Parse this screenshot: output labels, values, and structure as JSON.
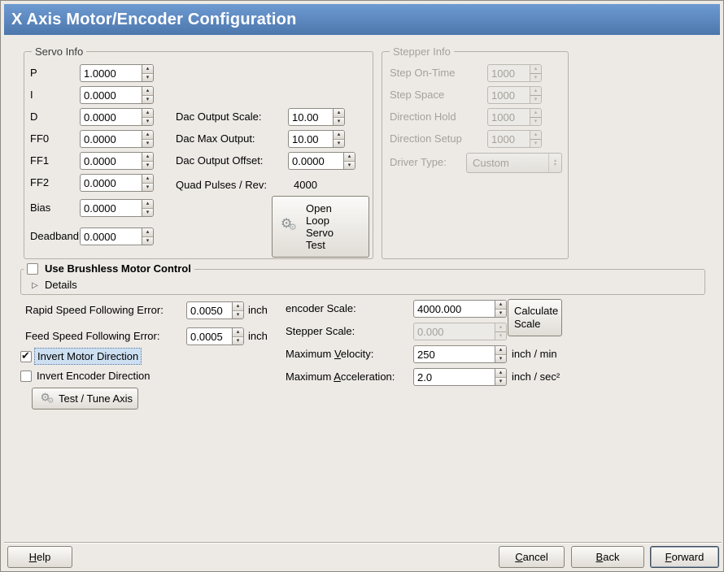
{
  "window": {
    "title": "X Axis Motor/Encoder Configuration"
  },
  "icons": {
    "gears": "⚙",
    "expander": "▷",
    "spin_up": "▴",
    "spin_down": "▾",
    "check": "✔"
  },
  "servo_info": {
    "legend": "Servo Info",
    "params": [
      {
        "label": "P",
        "value": "1.0000"
      },
      {
        "label": "I",
        "value": "0.0000"
      },
      {
        "label": "D",
        "value": "0.0000"
      },
      {
        "label": "FF0",
        "value": "0.0000"
      },
      {
        "label": "FF1",
        "value": "0.0000"
      },
      {
        "label": "FF2",
        "value": "0.0000"
      },
      {
        "label": "Bias",
        "value": "0.0000"
      },
      {
        "label": "Deadband",
        "value": "0.0000"
      }
    ],
    "dac": [
      {
        "label": "Dac Output Scale:",
        "value": "10.00"
      },
      {
        "label": "Dac Max Output:",
        "value": "10.00"
      },
      {
        "label": "Dac Output Offset:",
        "value": "0.0000"
      }
    ],
    "quad_label": "Quad Pulses / Rev:",
    "quad_value": "4000",
    "open_loop_lines": [
      "Open",
      "Loop",
      "Servo",
      "Test"
    ]
  },
  "stepper_info": {
    "legend": "Stepper Info",
    "params": [
      {
        "label": "Step On-Time",
        "value": "1000"
      },
      {
        "label": "Step Space",
        "value": "1000"
      },
      {
        "label": "Direction Hold",
        "value": "1000"
      },
      {
        "label": "Direction Setup",
        "value": "1000"
      }
    ],
    "driver_label": "Driver Type:",
    "driver_value": "Custom"
  },
  "brushless": {
    "label": "Use Brushless Motor Control",
    "details": "Details"
  },
  "errors": {
    "rapid_label": "Rapid Speed Following Error:",
    "rapid_value": "0.0050",
    "rapid_unit": "inch",
    "feed_label": "Feed Speed Following Error:",
    "feed_value": "0.0005",
    "feed_unit": "inch"
  },
  "options": {
    "invert_motor": "Invert Motor Direction",
    "invert_encoder": "Invert Encoder Direction",
    "test_tune": "Test / Tune Axis"
  },
  "scale": {
    "encoder_label": "encoder Scale:",
    "encoder_value": "4000.000",
    "calc_lines": [
      "Calculate",
      "Scale"
    ],
    "stepper_label": "Stepper Scale:",
    "stepper_value": "0.000",
    "velocity_pre": "Maximum ",
    "velocity_mn": "V",
    "velocity_post": "elocity:",
    "velocity_value": "250",
    "velocity_unit": "inch / min",
    "accel_pre": "Maximum ",
    "accel_mn": "A",
    "accel_post": "cceleration:",
    "accel_value": "2.0",
    "accel_unit": "inch / sec²"
  },
  "footer": {
    "help": "Help",
    "cancel": "Cancel",
    "back": "Back",
    "forward": "Forward"
  }
}
